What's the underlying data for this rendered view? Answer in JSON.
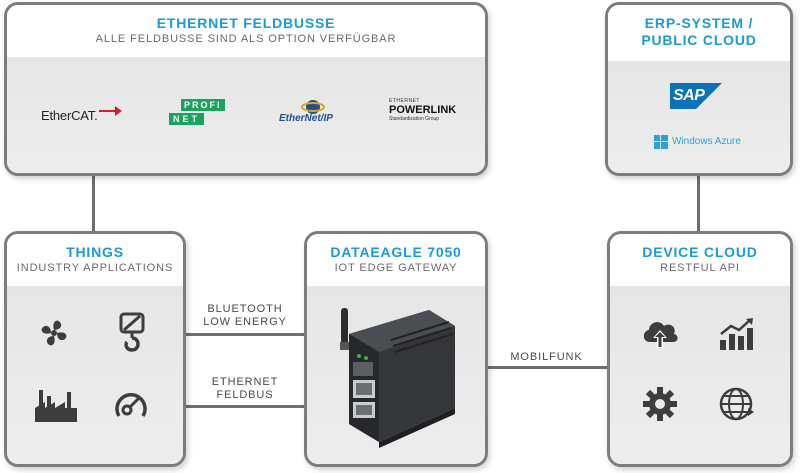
{
  "fieldbus": {
    "title": "ETHERNET FELDBUSSE",
    "subtitle": "ALLE FELDBUSSE SIND ALS OPTION VERFÜGBAR",
    "logos": {
      "ethercat": "EtherCAT.",
      "profinet_top": "PROFI",
      "profinet_bottom": "NET",
      "ethernetip": "EtherNet/IP",
      "powerlink_top": "ETHERNET",
      "powerlink_main": "POWERLINK",
      "powerlink_sub": "Standardization Group"
    }
  },
  "erp": {
    "title_line1": "ERP-SYSTEM /",
    "title_line2": "PUBLIC CLOUD",
    "logos": {
      "sap": "SAP",
      "azure": "Windows Azure"
    }
  },
  "things": {
    "title": "THINGS",
    "subtitle": "INDUSTRY APPLICATIONS",
    "icons": [
      "fan-icon",
      "crane-hook-icon",
      "factory-icon",
      "gauge-icon"
    ]
  },
  "gateway": {
    "title": "DATAEAGLE 7050",
    "subtitle": "IOT EDGE GATEWAY"
  },
  "cloud": {
    "title": "DEVICE CLOUD",
    "subtitle": "RESTFUL  API",
    "icons": [
      "cloud-upload-icon",
      "bar-chart-icon",
      "gear-icon",
      "globe-icon"
    ]
  },
  "connections": {
    "bluetooth_line1": "BLUETOOTH",
    "bluetooth_line2": "LOW ENERGY",
    "ethernet_line1": "ETHERNET",
    "ethernet_line2": "FELDBUS",
    "mobilfunk": "MOBILFUNK"
  },
  "colors": {
    "accent": "#1a9ad6",
    "border": "#7d7d7d",
    "icon": "#3d3d3d",
    "profinet_green": "#1aa35c",
    "sap_blue": "#0a72b8",
    "azure_blue": "#2aa1d8",
    "ethercat_red": "#d0202c"
  }
}
